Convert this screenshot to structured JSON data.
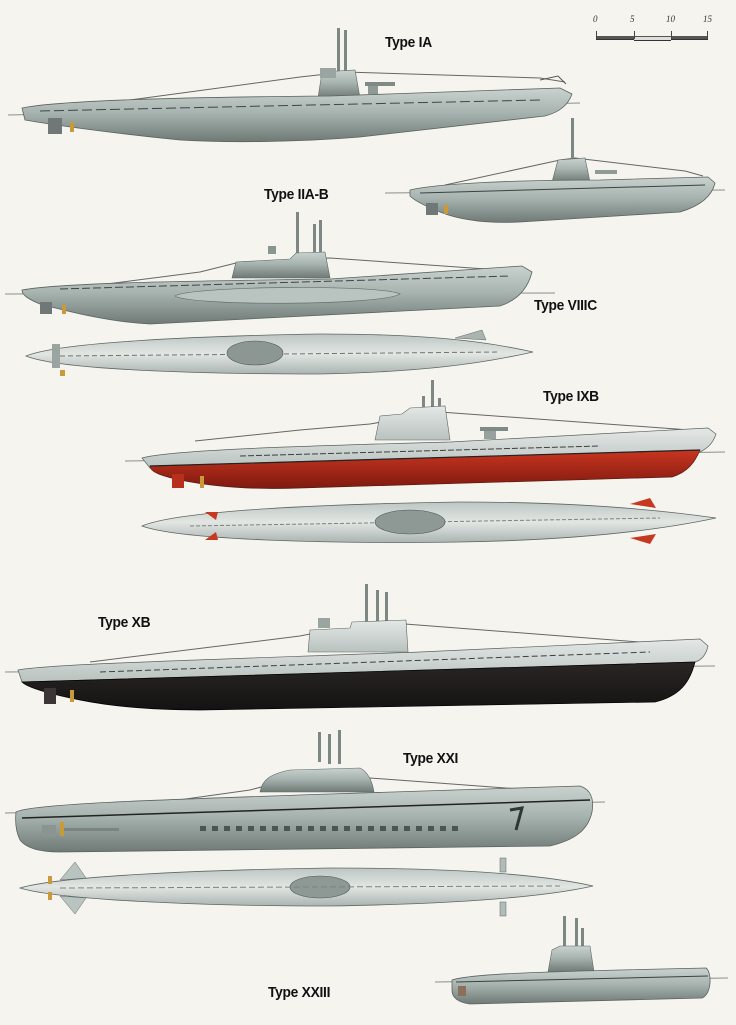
{
  "labels": {
    "type_ia": "Type IA",
    "type_iia_b": "Type IIA-B",
    "type_viic": "Type VIIIC",
    "type_ixb": "Type IXB",
    "type_xb": "Type XB",
    "type_xxi": "Type XXI",
    "type_xxiii": "Type XXIII"
  },
  "scale_bar": {
    "ticks": [
      "0",
      "5",
      "10",
      "15"
    ]
  },
  "colors": {
    "background": "#f6f4ef",
    "hull_grey": "#a9b5b1",
    "hull_dark": "#6c7673",
    "ixb_red": "#b32616",
    "xb_black": "#1e1b1b",
    "label_text": "#111111"
  },
  "submarines": [
    {
      "type": "Type IA",
      "views": [
        "side"
      ]
    },
    {
      "type": "Type IIA-B",
      "views": [
        "side"
      ]
    },
    {
      "type": "Type VIIIC",
      "views": [
        "side",
        "top"
      ]
    },
    {
      "type": "Type IXB",
      "views": [
        "side",
        "top"
      ]
    },
    {
      "type": "Type XB",
      "views": [
        "side"
      ]
    },
    {
      "type": "Type XXI",
      "views": [
        "side",
        "top"
      ]
    },
    {
      "type": "Type XXIII",
      "views": [
        "side"
      ]
    }
  ]
}
